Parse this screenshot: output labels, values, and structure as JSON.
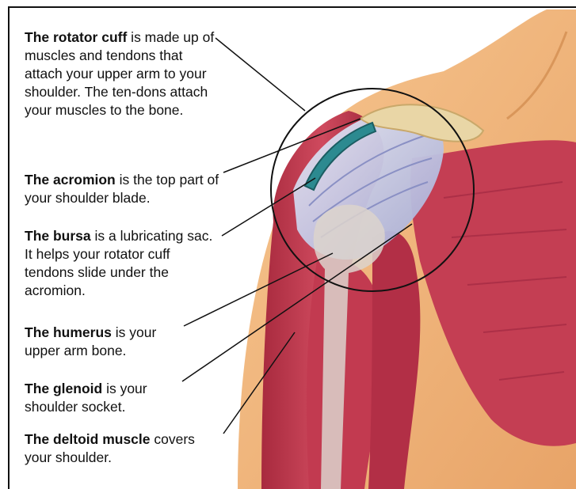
{
  "callouts": [
    {
      "term": "The rotator cuff",
      "text": " is made up of muscles and tendons that attach your upper arm to your shoulder. The ten-dons attach your muscles to the bone."
    },
    {
      "term": "The acromion",
      "text": " is the top part of your shoulder blade."
    },
    {
      "term": "The bursa",
      "text": " is a lubricating sac. It helps your rotator cuff tendons slide under the acromion."
    },
    {
      "term": "The humerus",
      "text": " is your upper arm bone."
    },
    {
      "term": "The glenoid",
      "text": " is your shoulder socket."
    },
    {
      "term": "The deltoid muscle",
      "text": " covers your shoulder."
    }
  ],
  "colors": {
    "skin": "#f2b87a",
    "muscle": "#c0364c",
    "muscle_dark": "#8e1f34",
    "tendon": "#cdd3ea",
    "bursa": "#2c8a90",
    "bone": "#e9d6a6"
  }
}
